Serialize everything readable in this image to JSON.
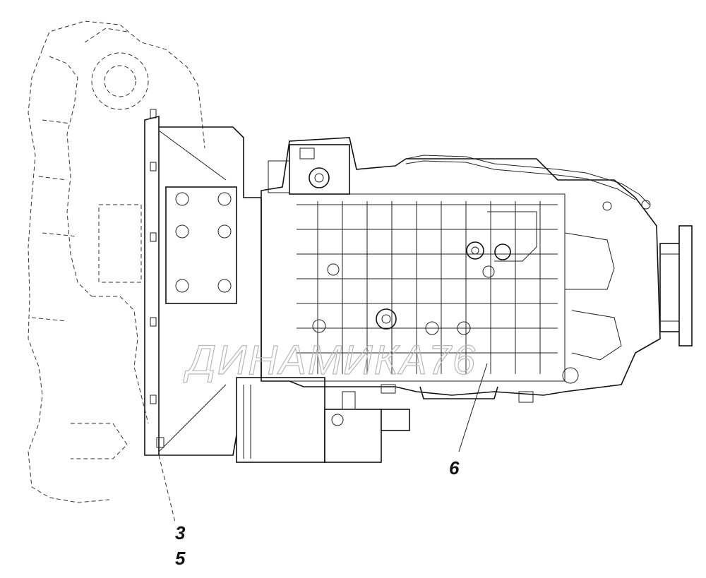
{
  "callouts": [
    {
      "id": "c3",
      "label": "3"
    },
    {
      "id": "c5",
      "label": "5"
    },
    {
      "id": "c6",
      "label": "6"
    }
  ],
  "watermark": {
    "text": "ДИНАМИКА76"
  }
}
